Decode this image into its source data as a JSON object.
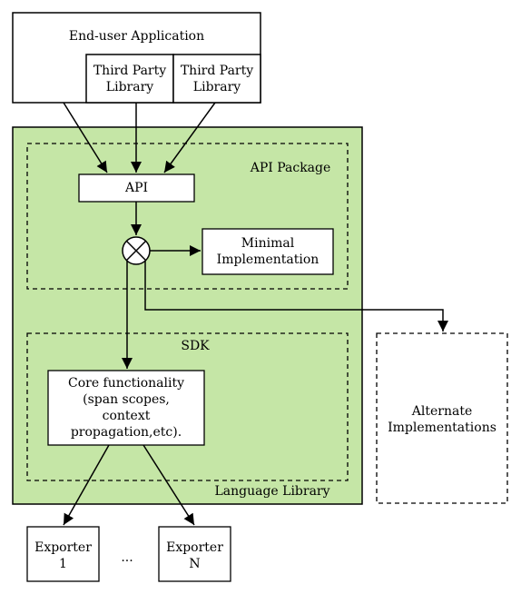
{
  "end_user_application": {
    "label": "End-user Application"
  },
  "third_party_libraries": [
    {
      "line1": "Third Party",
      "line2": "Library"
    },
    {
      "line1": "Third Party",
      "line2": "Library"
    }
  ],
  "language_library": {
    "label": "Language Library",
    "fill_color": "#c5e6a6",
    "border_color": "#000000"
  },
  "api_package": {
    "label": "API Package",
    "api_label": "API",
    "minimal_implementation": {
      "line1": "Minimal",
      "line2": "Implementation"
    }
  },
  "sdk": {
    "label": "SDK",
    "core": {
      "line1": "Core functionality",
      "line2": "(span scopes,",
      "line3": "context",
      "line4": "propagation,etc)."
    }
  },
  "alternate_implementations": {
    "line1": "Alternate",
    "line2": "Implementations"
  },
  "exporters": [
    {
      "line1": "Exporter",
      "line2": "1"
    },
    {
      "line1": "Exporter",
      "line2": "N"
    }
  ],
  "exporters_ellipsis": "..."
}
